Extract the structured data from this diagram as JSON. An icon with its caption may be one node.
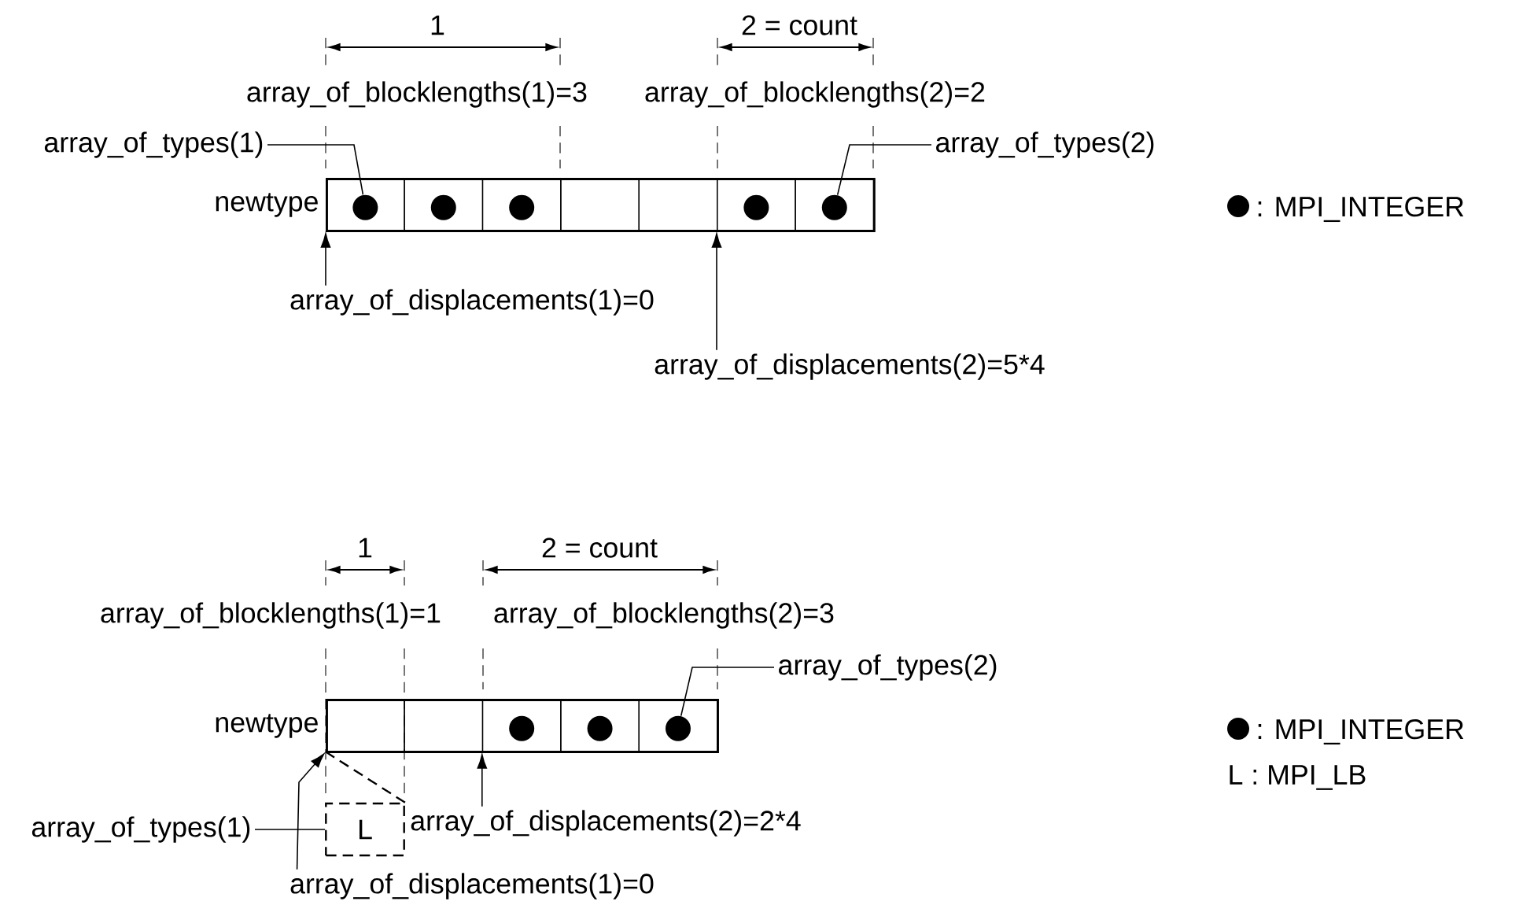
{
  "diagram": {
    "nodes": [
      {
        "text": [
          "newtype"
        ]
      },
      {
        "text": [],
        "shape": "box",
        "in": 0
      },
      {
        "text": [],
        "shape": "box",
        "in": 0
      },
      {
        "text": [],
        "shape": "box",
        "in": 0
      },
      {
        "text": [],
        "shape": "box",
        "in": 0
      },
      {
        "text": [],
        "shape": "box",
        "in": 0
      },
      {
        "text": [],
        "shape": "box",
        "in": 0
      },
      {
        "text": [],
        "shape": "box",
        "in": 0
      },
      {
        "text": [],
        "shape": "circle",
        "in": 1
      },
      {
        "text": [],
        "shape": "circle",
        "in": 2
      },
      {
        "text": [],
        "shape": "circle",
        "in": 3
      },
      {
        "text": [],
        "shape": "circle",
        "in": 6
      },
      {
        "text": [],
        "shape": "circle",
        "in": 7
      },
      {
        "text": [
          "array_of_types(1)"
        ]
      },
      {
        "text": [
          "array_of_types(2)"
        ]
      },
      {
        "text": [
          "array_of_displacements(1)=0"
        ]
      },
      {
        "text": [
          "array_of_displacements(2)=5*4"
        ]
      },
      {
        "text": [
          "newtype"
        ]
      },
      {
        "text": [],
        "shape": "box",
        "in": 17
      },
      {
        "text": [],
        "shape": "box",
        "in": 17
      },
      {
        "text": [],
        "shape": "box",
        "in": 17
      },
      {
        "text": [],
        "shape": "box",
        "in": 17
      },
      {
        "text": [],
        "shape": "box",
        "in": 17
      },
      {
        "text": [],
        "shape": "circle",
        "in": 20
      },
      {
        "text": [],
        "shape": "circle",
        "in": 21
      },
      {
        "text": [],
        "shape": "circle",
        "in": 22
      },
      {
        "text": [
          "L"
        ]
      },
      {
        "text": [
          "array_of_types(2)"
        ]
      },
      {
        "text": [
          "array_of_displacements(2)=2*4"
        ]
      },
      {
        "text": [
          "array_of_types(1)"
        ]
      },
      {
        "text": [
          "array_of_displacements(1)=0"
        ]
      }
    ],
    "edges": [
      {
        "from": 13,
        "to": 8,
        "arrow": "none"
      },
      {
        "from": 14,
        "to": 12,
        "arrow": "none"
      },
      {
        "from": 15,
        "to": 1,
        "arrow": "to"
      },
      {
        "from": 16,
        "to": 6,
        "arrow": "to"
      },
      {
        "from": 27,
        "to": 25,
        "arrow": "none"
      },
      {
        "from": 28,
        "to": 20,
        "arrow": "to"
      },
      {
        "from": 29,
        "to": 26,
        "arrow": "none"
      },
      {
        "from": 30,
        "to": 18,
        "arrow": "to"
      },
      {
        "from": 26,
        "to": 18,
        "arrow": "none",
        "style": "dashed"
      }
    ],
    "labels": [
      "1",
      "2 = count",
      "array_of_blocklengths(1)=3",
      "array_of_blocklengths(2)=2",
      "1",
      "2 = count",
      "array_of_blocklengths(1)=1",
      "array_of_blocklengths(2)=3"
    ],
    "legend": [
      {
        "text": ": MPI_INTEGER",
        "color": "#000000"
      },
      {
        "text": ": MPI_INTEGER",
        "color": "#000000"
      },
      {
        "text": "L : MPI_LB"
      }
    ]
  }
}
